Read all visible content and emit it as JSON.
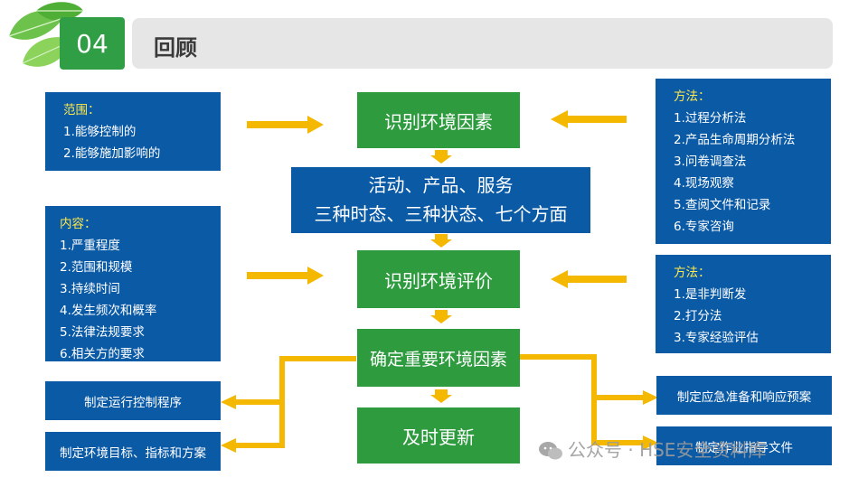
{
  "header": {
    "number": "04",
    "title": "回顾"
  },
  "flow": {
    "identify": "识别环境因素",
    "activities_line1": "活动、产品、服务",
    "activities_line2": "三种时态、三种状态、七个方面",
    "evaluate": "识别环境评价",
    "determine": "确定重要环境因素",
    "update": "及时更新"
  },
  "scope": {
    "heading": "范围：",
    "items": [
      "1.能够控制的",
      "2.能够施加影响的"
    ]
  },
  "content": {
    "heading": "内容：",
    "items": [
      "1.严重程度",
      "2.范围和规模",
      "3.持续时间",
      "4.发生频次和概率",
      "5.法律法规要求",
      "6.相关方的要求"
    ]
  },
  "method1": {
    "heading": "方法：",
    "items": [
      "1.过程分析法",
      "2.产品生命周期分析法",
      "3.问卷调查法",
      "4.现场观察",
      "5.查阅文件和记录",
      "6.专家咨询"
    ]
  },
  "method2": {
    "heading": "方法：",
    "items": [
      "1.是非判断发",
      "2.打分法",
      "3.专家经验评估"
    ]
  },
  "outputs": {
    "operation_control": "制定运行控制程序",
    "env_targets": "制定环境目标、指标和方案",
    "emergency": "制定应急准备和响应预案",
    "work_instruction": "制定作业指导文件"
  },
  "watermark": "公众号 · HSE安全资料库",
  "colors": {
    "blue": "#0b5aa6",
    "green": "#2e9b3f",
    "arrow": "#f5b800",
    "heading": "#ffe94a"
  }
}
